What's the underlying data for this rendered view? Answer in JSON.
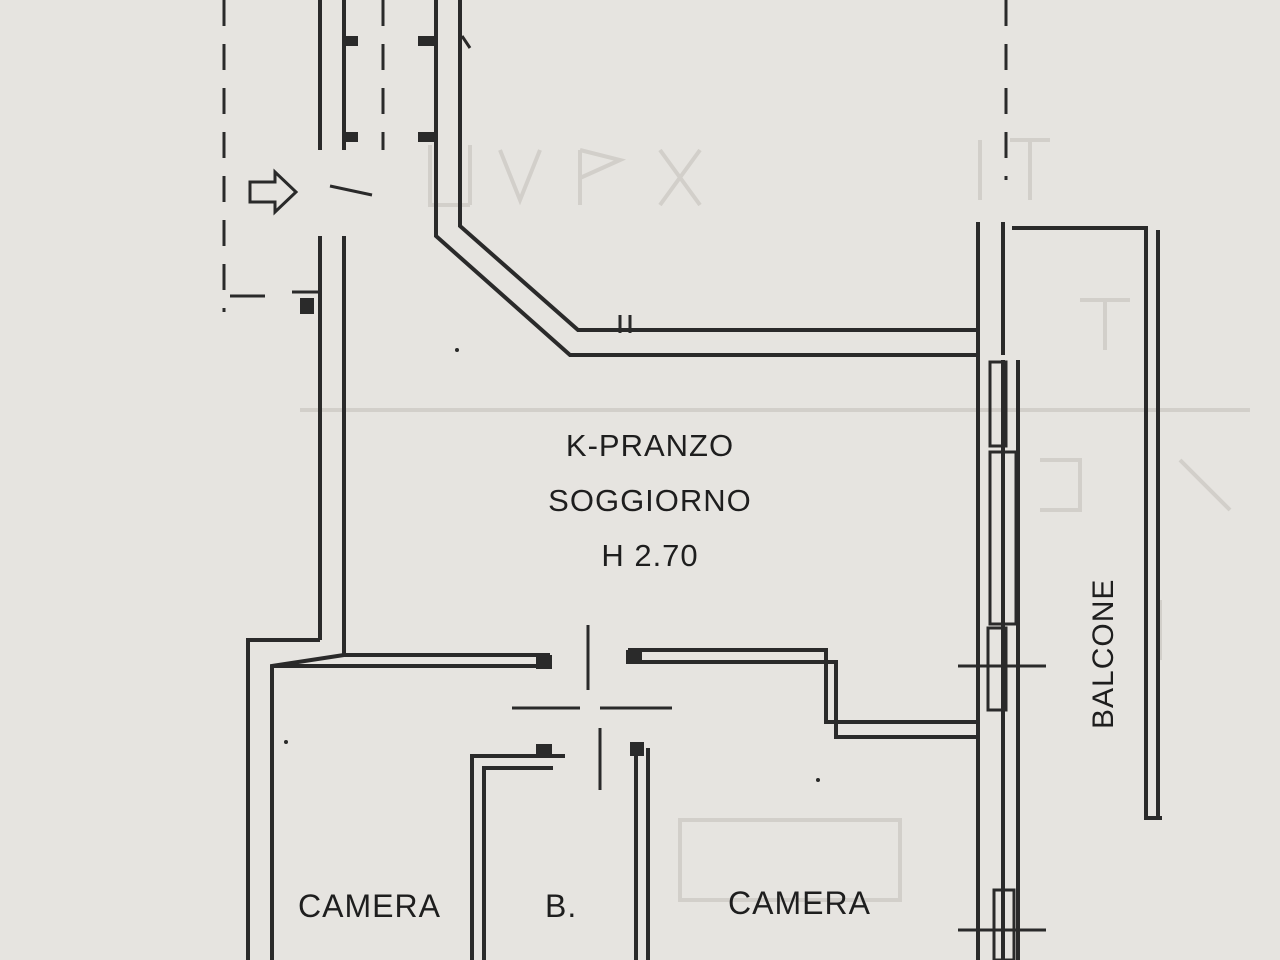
{
  "plan": {
    "rooms": {
      "living": {
        "line1": "K-PRANZO",
        "line2": "SOGGIORNO",
        "height": "H 2.70"
      },
      "bedroom_left": "CAMERA",
      "bathroom": "B.",
      "bedroom_right": "CAMERA",
      "balcony": "BALCONE"
    },
    "colors": {
      "paper": "#e6e4e0",
      "ink": "#2a2a2a",
      "bleed": "#cfccc8"
    }
  }
}
